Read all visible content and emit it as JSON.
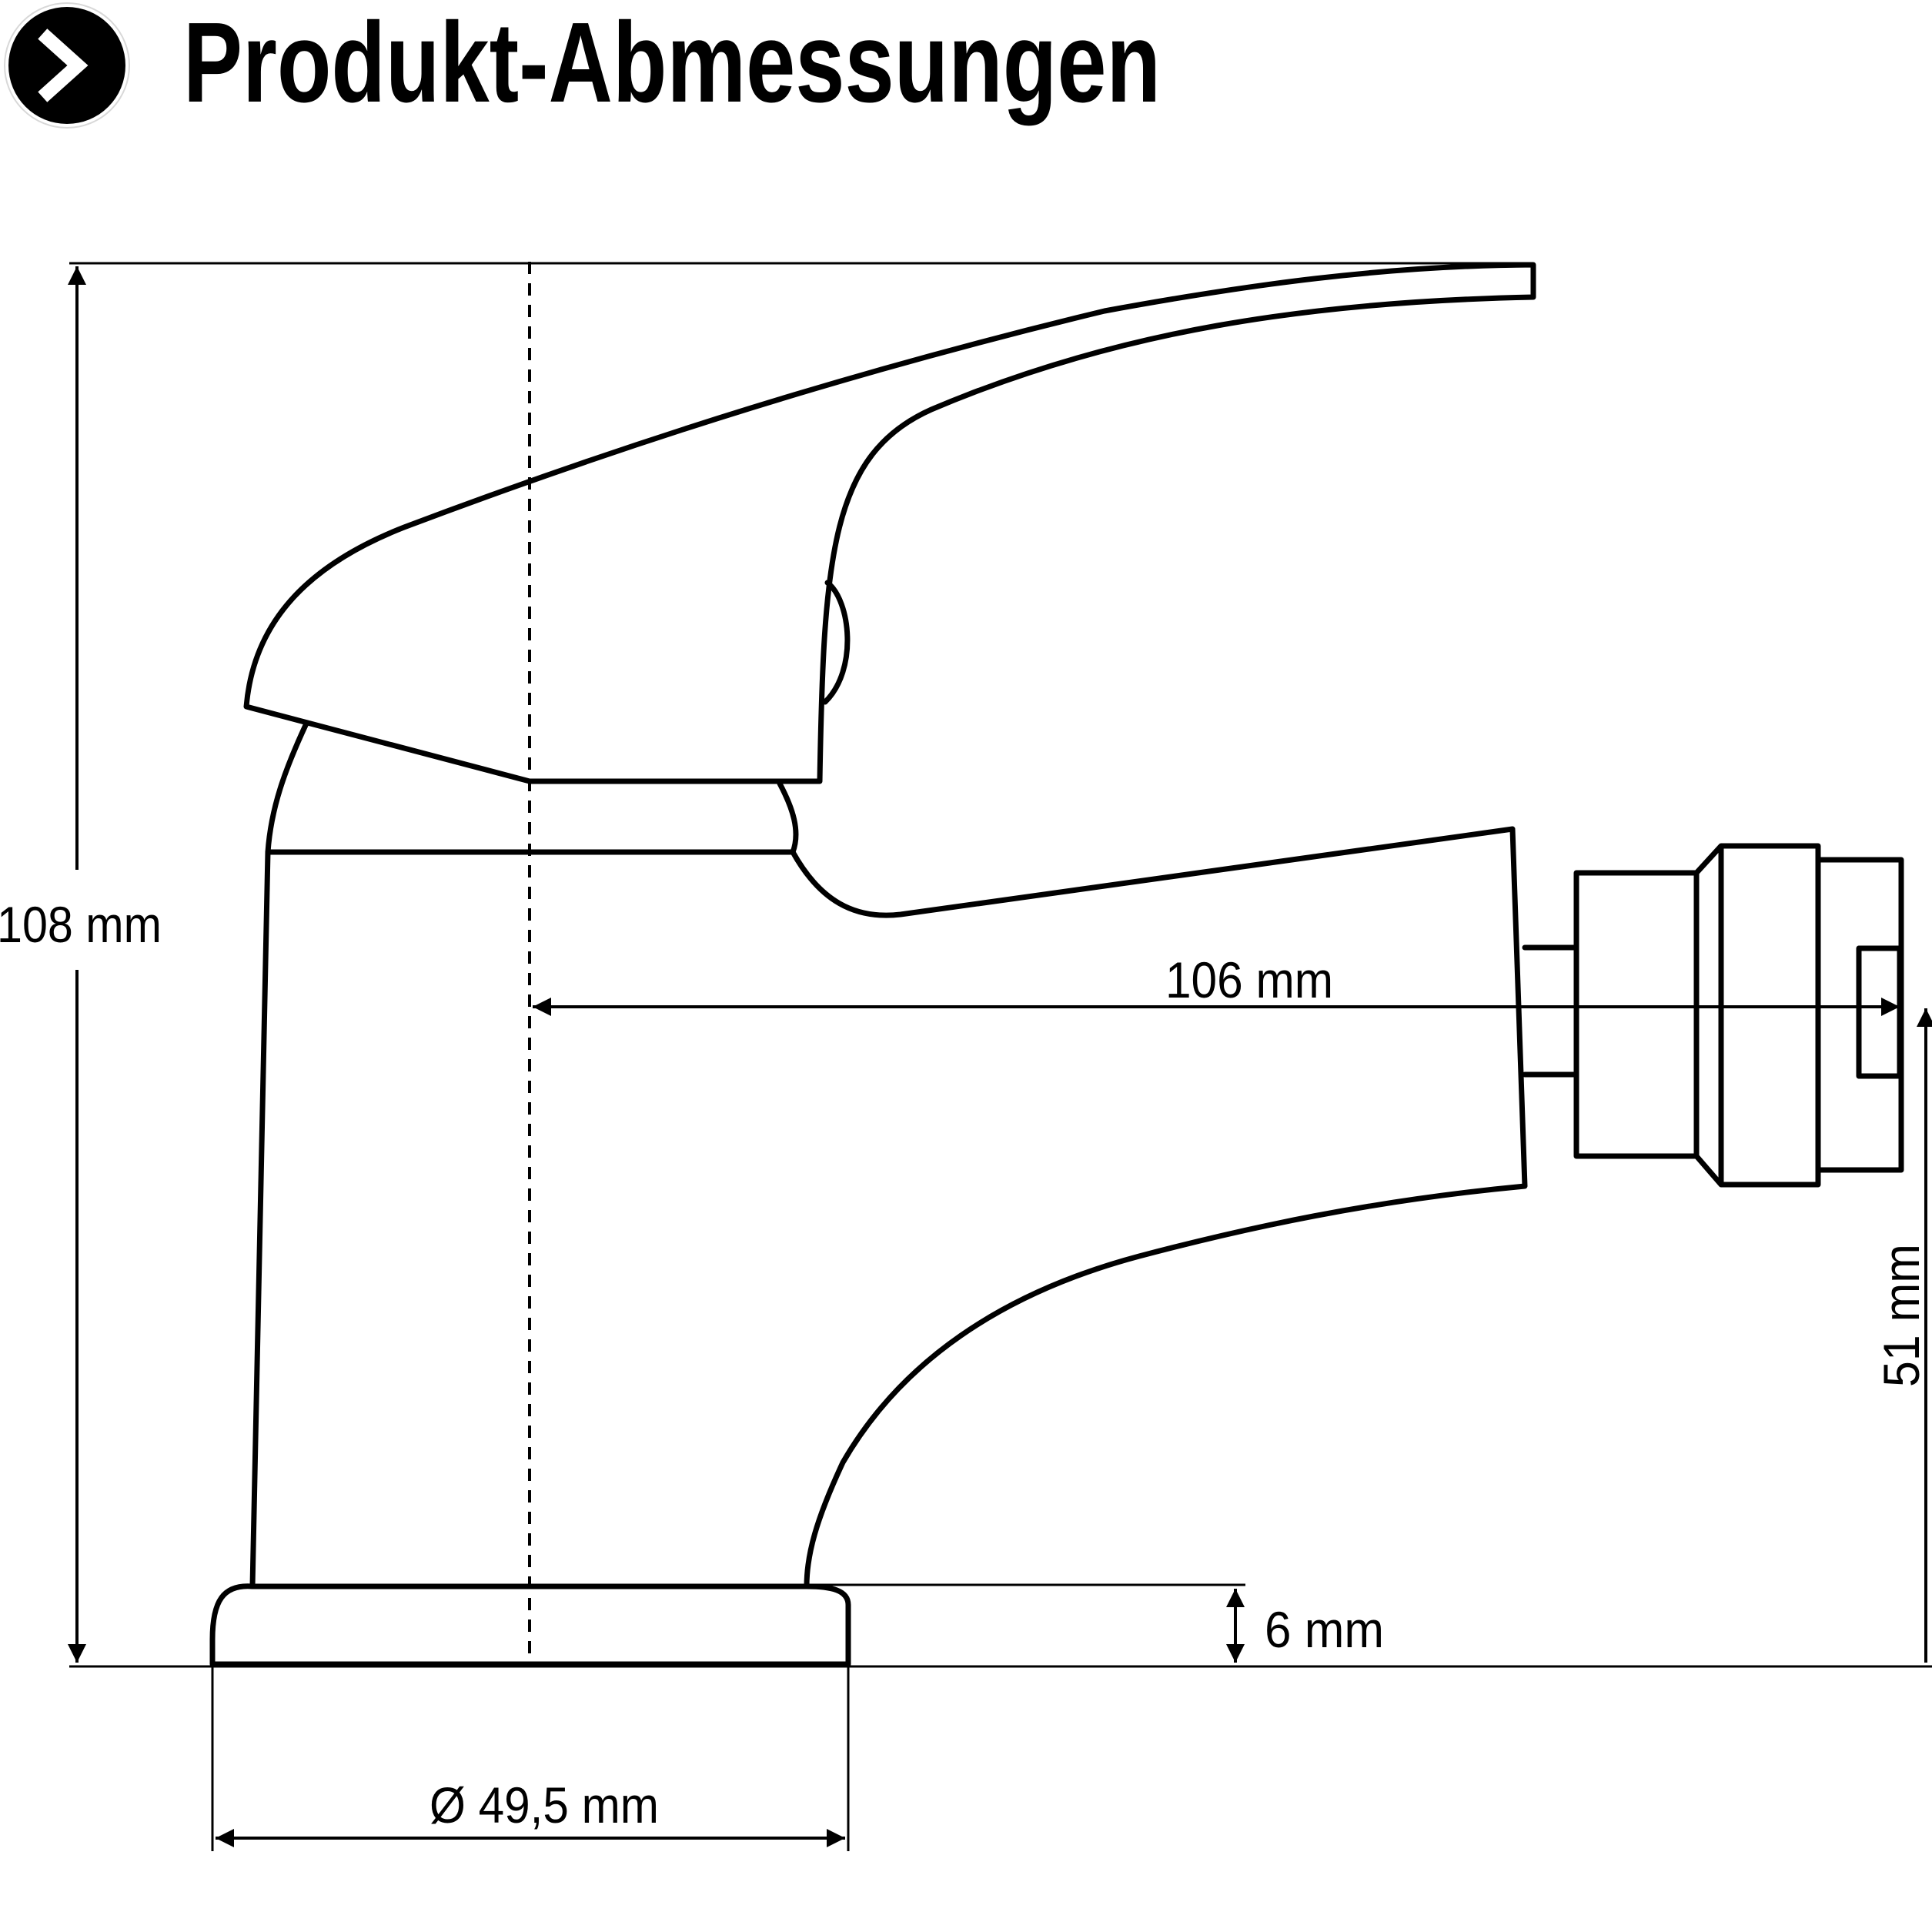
{
  "header": {
    "title": "Produkt-Abmessungen",
    "badge_icon": "chevron-right-icon"
  },
  "dimensions": {
    "total_height": "108 mm",
    "spout_reach": "106 mm",
    "outlet_height": "51 mm",
    "base_thickness": "6 mm",
    "base_diameter": "Ø 49,5 mm"
  },
  "colors": {
    "line": "#000000",
    "background": "#ffffff"
  }
}
